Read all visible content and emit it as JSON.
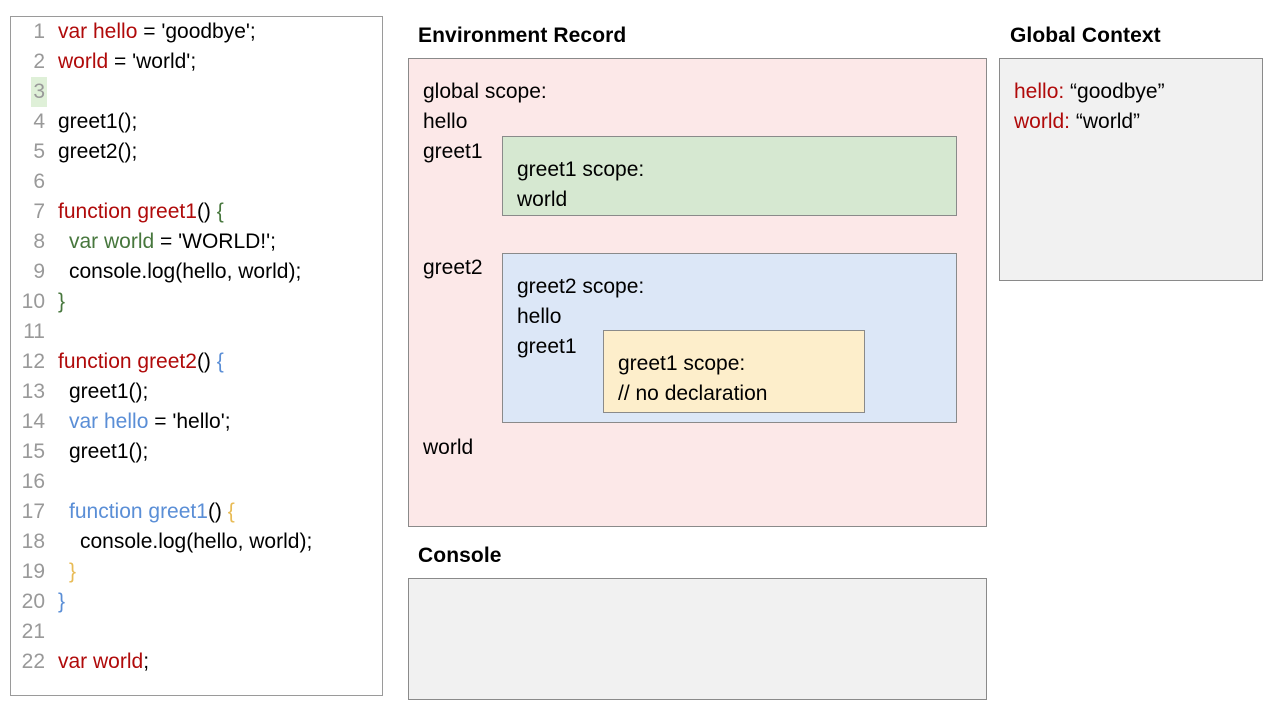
{
  "code_panel": {
    "lines": [
      {
        "num": "1",
        "highlight": false,
        "indent": 0,
        "tokens": [
          {
            "t": "var hello",
            "c": "red"
          },
          {
            "t": " = 'goodbye';",
            "c": "blk"
          }
        ]
      },
      {
        "num": "2",
        "highlight": false,
        "indent": 0,
        "tokens": [
          {
            "t": "world",
            "c": "red"
          },
          {
            "t": " = 'world';",
            "c": "blk"
          }
        ]
      },
      {
        "num": "3",
        "highlight": true,
        "indent": 0,
        "tokens": []
      },
      {
        "num": "4",
        "highlight": false,
        "indent": 0,
        "tokens": [
          {
            "t": "greet1();",
            "c": "blk"
          }
        ]
      },
      {
        "num": "5",
        "highlight": false,
        "indent": 0,
        "tokens": [
          {
            "t": "greet2();",
            "c": "blk"
          }
        ]
      },
      {
        "num": "6",
        "highlight": false,
        "indent": 0,
        "tokens": []
      },
      {
        "num": "7",
        "highlight": false,
        "indent": 0,
        "tokens": [
          {
            "t": "function greet1",
            "c": "red"
          },
          {
            "t": "() ",
            "c": "blk"
          },
          {
            "t": "{",
            "c": "green"
          }
        ]
      },
      {
        "num": "8",
        "highlight": false,
        "indent": 1,
        "tokens": [
          {
            "t": "var world",
            "c": "green"
          },
          {
            "t": " = 'WORLD!';",
            "c": "blk"
          }
        ]
      },
      {
        "num": "9",
        "highlight": false,
        "indent": 1,
        "tokens": [
          {
            "t": "console.log(hello, world);",
            "c": "blk"
          }
        ]
      },
      {
        "num": "10",
        "highlight": false,
        "indent": 0,
        "tokens": [
          {
            "t": "}",
            "c": "green"
          }
        ]
      },
      {
        "num": "11",
        "highlight": false,
        "indent": 0,
        "tokens": []
      },
      {
        "num": "12",
        "highlight": false,
        "indent": 0,
        "tokens": [
          {
            "t": "function greet2",
            "c": "red"
          },
          {
            "t": "() ",
            "c": "blk"
          },
          {
            "t": "{",
            "c": "blue"
          }
        ]
      },
      {
        "num": "13",
        "highlight": false,
        "indent": 1,
        "tokens": [
          {
            "t": "greet1();",
            "c": "blk"
          }
        ]
      },
      {
        "num": "14",
        "highlight": false,
        "indent": 1,
        "tokens": [
          {
            "t": "var hello",
            "c": "blue"
          },
          {
            "t": " = 'hello';",
            "c": "blk"
          }
        ]
      },
      {
        "num": "15",
        "highlight": false,
        "indent": 1,
        "tokens": [
          {
            "t": "greet1();",
            "c": "blk"
          }
        ]
      },
      {
        "num": "16",
        "highlight": false,
        "indent": 0,
        "tokens": []
      },
      {
        "num": "17",
        "highlight": false,
        "indent": 1,
        "tokens": [
          {
            "t": "function greet1",
            "c": "blue"
          },
          {
            "t": "() ",
            "c": "blk"
          },
          {
            "t": "{",
            "c": "gold"
          }
        ]
      },
      {
        "num": "18",
        "highlight": false,
        "indent": 2,
        "tokens": [
          {
            "t": "console.log(hello, world);",
            "c": "blk"
          }
        ]
      },
      {
        "num": "19",
        "highlight": false,
        "indent": 1,
        "tokens": [
          {
            "t": "}",
            "c": "gold"
          }
        ]
      },
      {
        "num": "20",
        "highlight": false,
        "indent": 0,
        "tokens": [
          {
            "t": "}",
            "c": "blue"
          }
        ]
      },
      {
        "num": "21",
        "highlight": false,
        "indent": 0,
        "tokens": []
      },
      {
        "num": "22",
        "highlight": false,
        "indent": 0,
        "tokens": [
          {
            "t": "var world",
            "c": "red"
          },
          {
            "t": ";",
            "c": "blk"
          }
        ]
      }
    ]
  },
  "environment_record": {
    "title": "Environment Record",
    "global_scope_label": "global scope:",
    "bindings_top": [
      {
        "name": "hello",
        "color": "red"
      },
      {
        "name": "greet1",
        "color": "red"
      }
    ],
    "bindings_mid": [
      {
        "name": "greet2",
        "color": "red"
      }
    ],
    "bindings_bottom": [
      {
        "name": "world",
        "color": "red"
      }
    ],
    "greet1_scope": {
      "label": "greet1 scope:",
      "bindings": [
        {
          "name": "world",
          "color": "green"
        }
      ]
    },
    "greet2_scope": {
      "label": "greet2 scope:",
      "bindings": [
        {
          "name": "hello",
          "color": "blue"
        },
        {
          "name": "greet1",
          "color": "blue"
        }
      ],
      "inner_greet1_scope": {
        "label": "greet1 scope:",
        "comment": "// no declaration"
      }
    }
  },
  "global_context": {
    "title": "Global Context",
    "entries": [
      {
        "key": "hello:",
        "value": " “goodbye”"
      },
      {
        "key": "world:",
        "value": " “world”"
      }
    ]
  },
  "console": {
    "title": "Console",
    "lines": []
  },
  "colors": {
    "red": "#b00a0a",
    "green": "#47773d",
    "blue": "#5a8ed6",
    "gold": "#e8bb55",
    "env_record_fill": "#fce8e8",
    "greet1_scope_fill": "#d6e8d1",
    "greet2_scope_fill": "#dce7f7",
    "inner_scope_fill": "#fdeecb",
    "panel_fill": "#f1f1f1",
    "border": "#8a8a8a",
    "line_highlight": "#dff0d8",
    "gutter_text": "#999999"
  }
}
